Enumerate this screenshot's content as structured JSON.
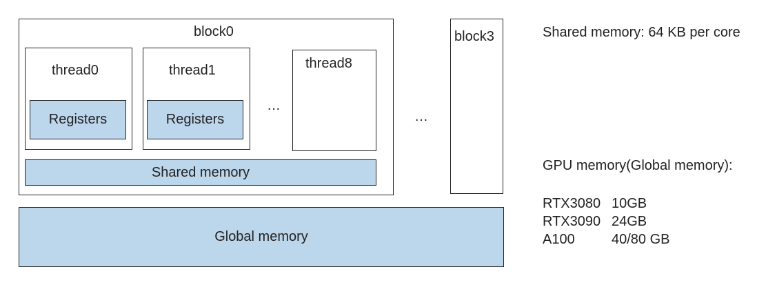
{
  "diagram": {
    "block0_label": "block0",
    "block3_label": "block3",
    "threads": [
      {
        "label": "thread0",
        "registers_label": "Registers"
      },
      {
        "label": "thread1",
        "registers_label": "Registers"
      },
      {
        "label": "thread8"
      }
    ],
    "thread_ellipsis": "…",
    "block_ellipsis": "…",
    "shared_memory_label": "Shared memory",
    "global_memory_label": "Global memory",
    "fill_color": "#bcd6ec"
  },
  "notes": {
    "shared_memory_info": "Shared memory: 64 KB per core",
    "gpu_memory_heading": "GPU memory(Global memory):",
    "gpus": [
      {
        "model": "RTX3080",
        "memory": "10GB"
      },
      {
        "model": "RTX3090",
        "memory": "24GB"
      },
      {
        "model": "A100",
        "memory": "40/80 GB"
      }
    ]
  }
}
